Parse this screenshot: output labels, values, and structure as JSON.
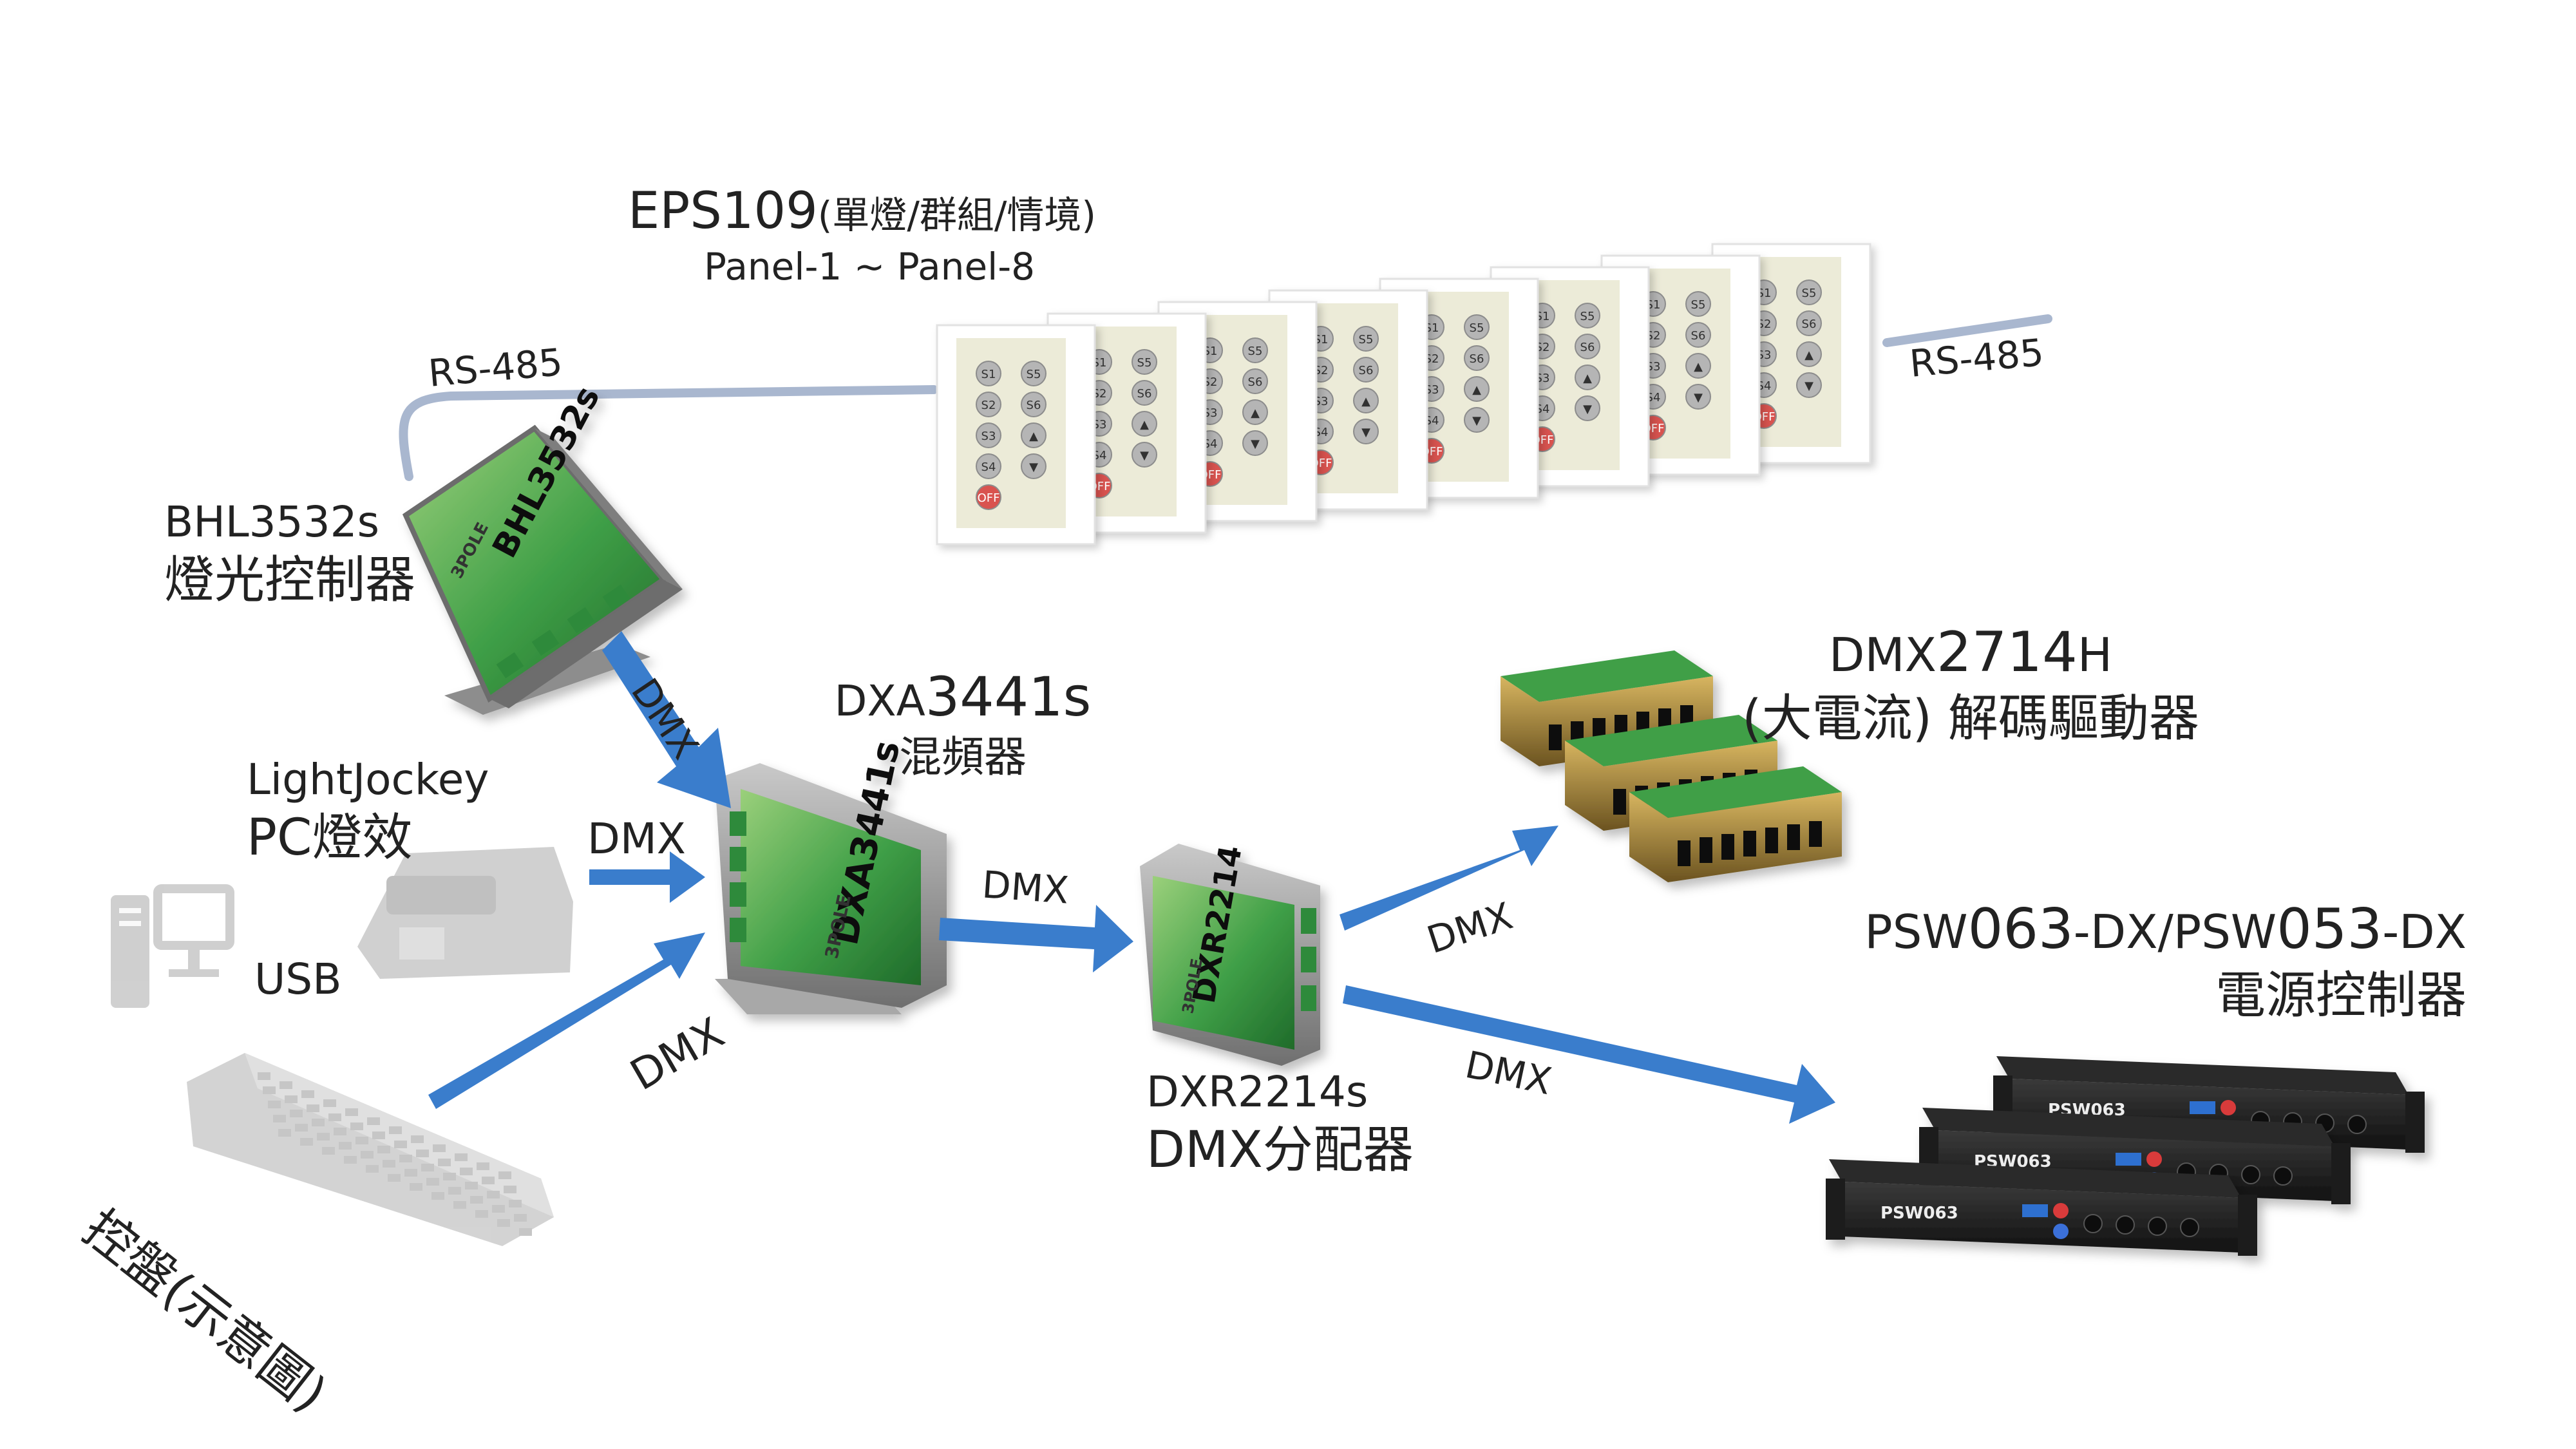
{
  "colors": {
    "arrow": "#3a7dcc",
    "cable": "#a9b7cf",
    "device_green": "#3e9b45",
    "device_gray": "#7c7c7c",
    "rack_black": "#1d1d1d"
  },
  "eps": {
    "line1_main": "EPS109",
    "line1_sub": "(單燈/群組/情境)",
    "line2": "Panel-1 ~ Panel-8",
    "panel_count": 8,
    "buttons_left": [
      "S1",
      "S2",
      "S3",
      "S4",
      "OFF"
    ],
    "buttons_right": [
      "S5",
      "S6",
      "▲",
      "▼"
    ]
  },
  "rs485_left": "RS-485",
  "rs485_right": "RS-485",
  "bhl": {
    "line1": "BHL3532s",
    "line2": "燈光控制器",
    "device_text": "BHL3532s",
    "brand": "3POLE"
  },
  "lightjockey": {
    "line1": "LightJockey",
    "line2": "PC燈效"
  },
  "usb": "USB",
  "console": {
    "label": "控盤(示意圖)"
  },
  "dxa": {
    "prefix": "DXA",
    "model": "3441s",
    "line2": "混頻器",
    "device_text": "DXA3441s",
    "brand": "3POLE"
  },
  "dxr": {
    "line1": "DXR2214s",
    "line2": "DMX分配器",
    "device_text": "DXR2214",
    "brand": "3POLE"
  },
  "dmx2714": {
    "prefix": "DMX",
    "model": "2714",
    "suffix": "H",
    "line2": "(大電流) 解碼驅動器"
  },
  "psw": {
    "line1_parts": [
      "PSW",
      "063",
      "-DX/PSW",
      "053",
      "-DX"
    ],
    "line2": "電源控制器",
    "device_text": "PSW063"
  },
  "arrows": {
    "a1": "DMX",
    "a2": "DMX",
    "a3": "DMX",
    "a4": "DMX",
    "a5": "DMX",
    "a6": "DMX"
  }
}
